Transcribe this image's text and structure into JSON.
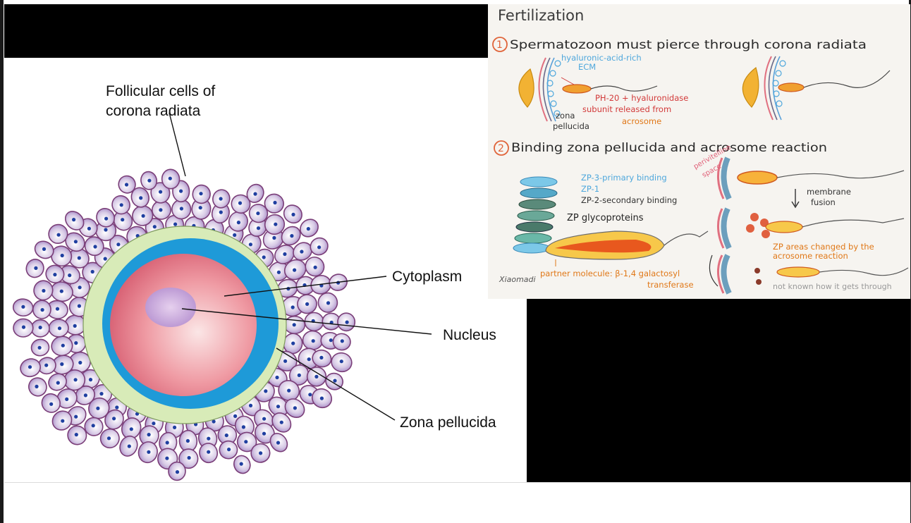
{
  "oocyte_diagram": {
    "labels": {
      "follicular_line1": "Follicular cells of",
      "follicular_line2": "corona radiata",
      "cytoplasm": "Cytoplasm",
      "nucleus": "Nucleus",
      "zona": "Zona pellucida"
    },
    "colors": {
      "cell_fill": "#c9b8dc",
      "cell_outline": "#7a3e78",
      "cell_nucleus": "#1f3fa0",
      "zona_pellucida": "#d8ebb8",
      "perivitelline": "#1e9ad8",
      "cytoplasm": "#e88a98",
      "nucleus": "#b698d0"
    }
  },
  "sketch": {
    "title": "Fertilization",
    "step1": {
      "number": "1",
      "heading": "Spermatozoon must pierce through corona radiata",
      "ecm_line1": "hyaluronic-acid-rich",
      "ecm_line2": "ECM",
      "ph20_line1": "PH-20 + hyaluronidase",
      "ph20_line2": "subunit released from",
      "ph20_line3": "acrosome",
      "zona_line1": "zona",
      "zona_line2": "pellucida"
    },
    "step2": {
      "number": "2",
      "heading": "Binding zona pellucida and acrosome reaction",
      "zp3": "ZP-3-primary binding",
      "zp1": "ZP-1",
      "zp2": "ZP-2-secondary binding",
      "zp_gly": "ZP glycoproteins",
      "partner": "partner molecule: β-1,4 galactosyl",
      "partner2": "transferase",
      "perivitelline_line1": "perivitelline",
      "perivitelline_line2": "space",
      "membrane_line1": "membrane",
      "membrane_line2": "fusion",
      "zp_areas_line1": "ZP areas changed by the",
      "zp_areas_line2": "acrosome reaction",
      "not_known": "not known how it gets through",
      "signature": "Xiaomadi"
    }
  }
}
